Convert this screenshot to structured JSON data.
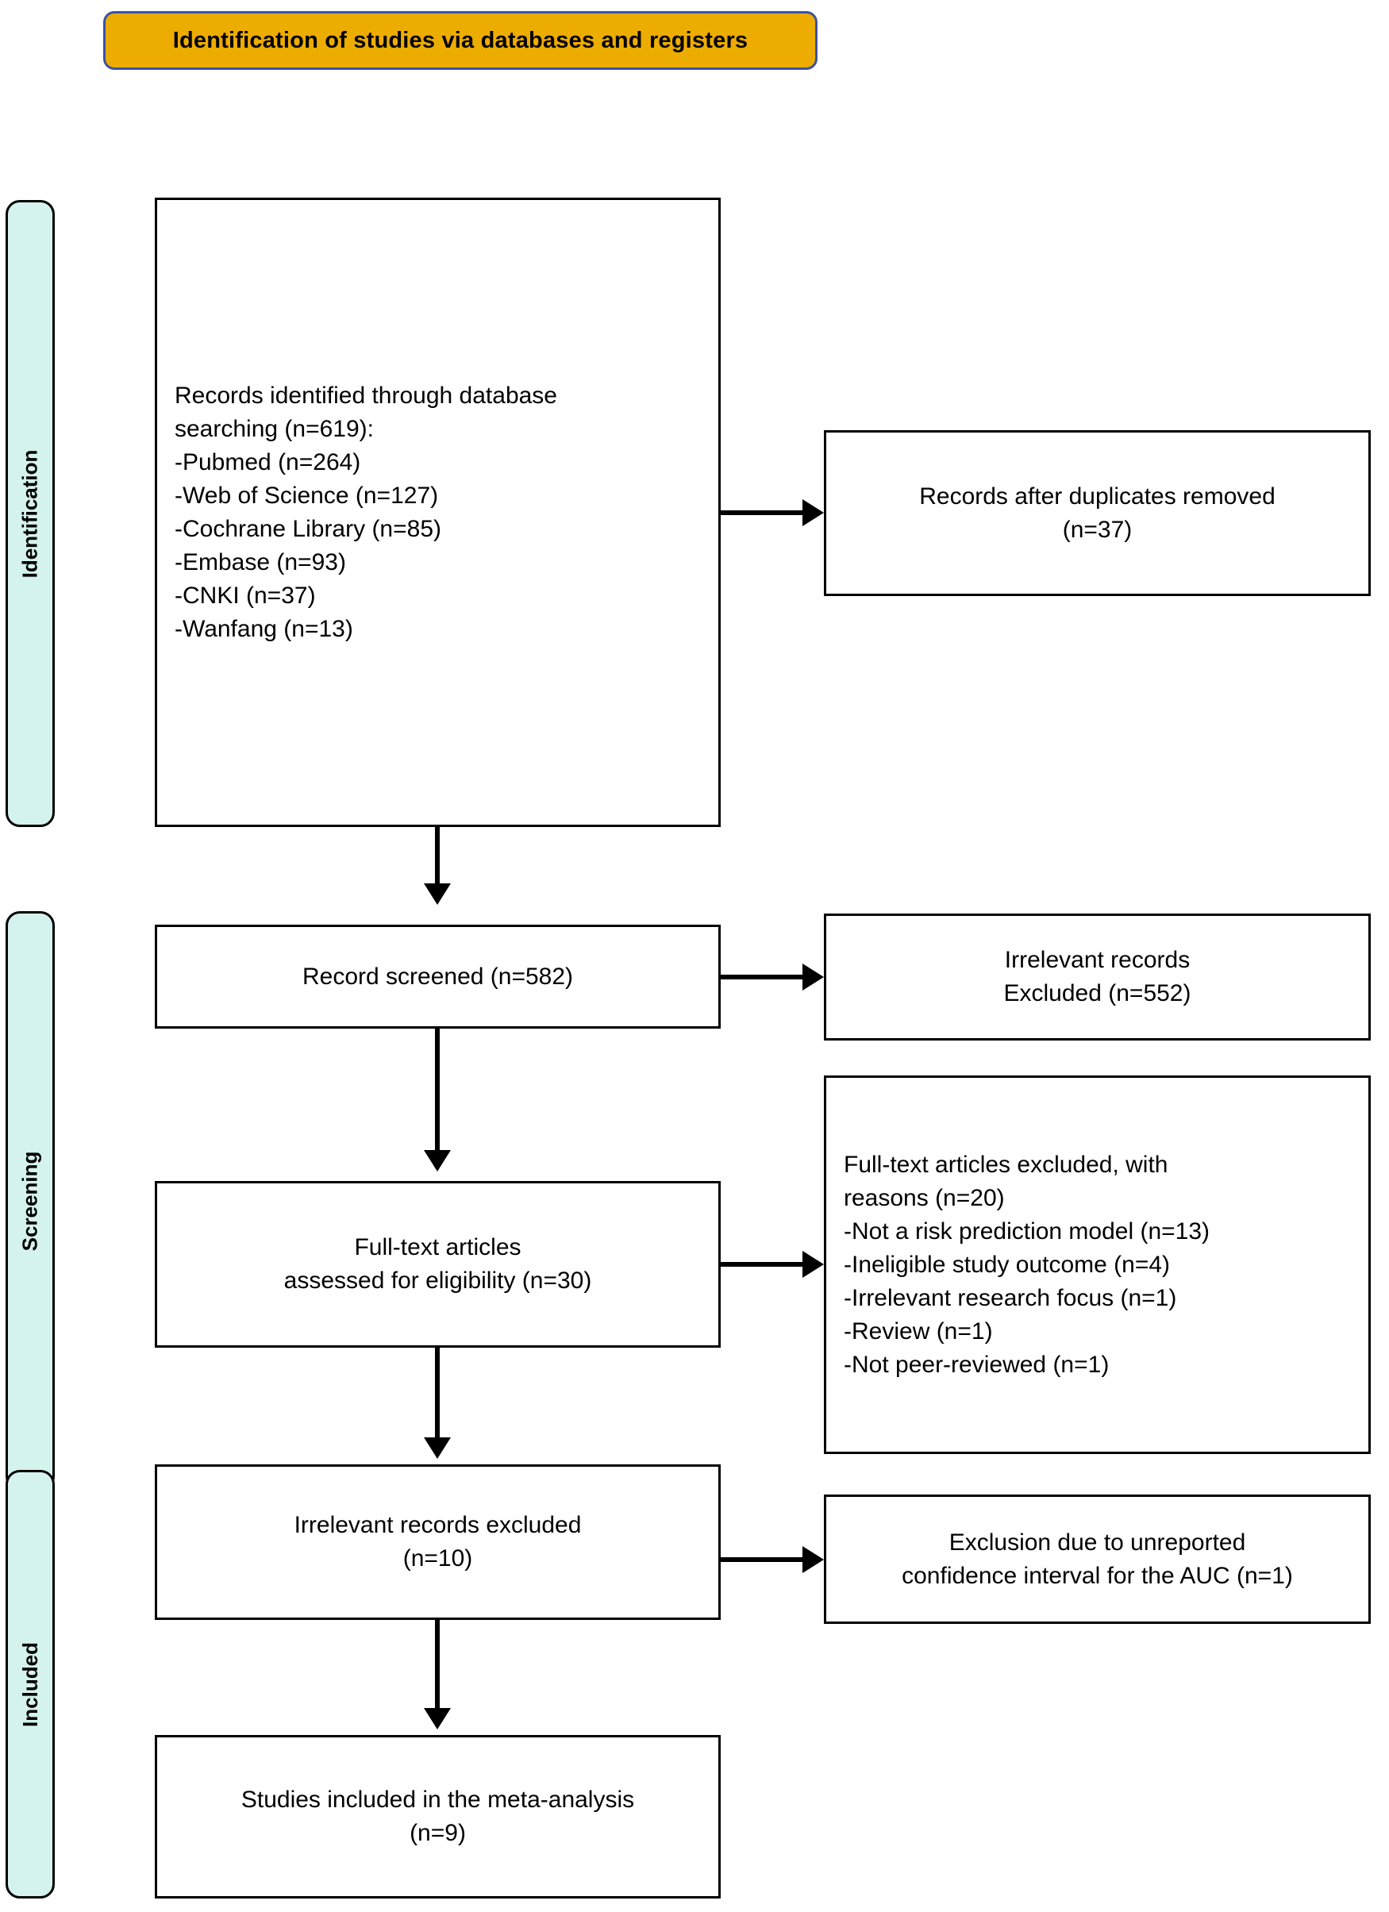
{
  "banner": {
    "title": "Identification of studies via databases and registers"
  },
  "stages": [
    {
      "id": "identification",
      "label": "Identification"
    },
    {
      "id": "screening",
      "label": "Screening"
    },
    {
      "id": "included",
      "label": "Included"
    }
  ],
  "boxes": {
    "records_identified": {
      "text": "Records identified through database\nsearching (n=619):\n   -Pubmed (n=264)\n   -Web of Science (n=127)\n   -Cochrane Library (n=85)\n   -Embase (n=93)\n   -CNKI (n=37)\n   -Wanfang (n=13)"
    },
    "duplicates_removed": {
      "text": "Records after duplicates removed\n(n=37)"
    },
    "records_screened": {
      "text": "Record screened (n=582)"
    },
    "irrelevant_excluded": {
      "text": "Irrelevant records\nExcluded (n=552)"
    },
    "fulltext_assessed": {
      "text": "Full-text articles\nassessed for eligibility (n=30)"
    },
    "fulltext_excluded": {
      "text": "Full-text articles excluded, with\nreasons (n=20)\n   -Not a risk prediction model (n=13)\n   -Ineligible study outcome (n=4)\n   -Irrelevant research focus (n=1)\n   -Review (n=1)\n   -Not peer-reviewed (n=1)"
    },
    "irrelevant_excluded2": {
      "text": "Irrelevant records excluded\n(n=10)"
    },
    "auc_excluded": {
      "text": "Exclusion due to unreported\nconfidence interval for the AUC (n=1)"
    },
    "studies_included": {
      "text": "Studies included in the meta-analysis\n(n=9)"
    }
  },
  "chart_data": {
    "type": "diagram",
    "title": "Identification of studies via databases and registers",
    "nodes": [
      {
        "id": "records_identified",
        "stage": "Identification",
        "n": 619,
        "label": "Records identified through database searching",
        "breakdown": [
          {
            "source": "Pubmed",
            "n": 264
          },
          {
            "source": "Web of Science",
            "n": 127
          },
          {
            "source": "Cochrane Library",
            "n": 85
          },
          {
            "source": "Embase",
            "n": 93
          },
          {
            "source": "CNKI",
            "n": 37
          },
          {
            "source": "Wanfang",
            "n": 13
          }
        ]
      },
      {
        "id": "duplicates_removed",
        "stage": "Identification",
        "n": 37,
        "label": "Records after duplicates removed"
      },
      {
        "id": "records_screened",
        "stage": "Screening",
        "n": 582,
        "label": "Record screened"
      },
      {
        "id": "irrelevant_excluded",
        "stage": "Screening",
        "n": 552,
        "label": "Irrelevant records Excluded"
      },
      {
        "id": "fulltext_assessed",
        "stage": "Screening",
        "n": 30,
        "label": "Full-text articles assessed for eligibility"
      },
      {
        "id": "fulltext_excluded",
        "stage": "Screening",
        "n": 20,
        "label": "Full-text articles excluded, with reasons",
        "breakdown": [
          {
            "reason": "Not a risk prediction model",
            "n": 13
          },
          {
            "reason": "Ineligible study outcome",
            "n": 4
          },
          {
            "reason": "Irrelevant research focus",
            "n": 1
          },
          {
            "reason": "Review",
            "n": 1
          },
          {
            "reason": "Not peer-reviewed",
            "n": 1
          }
        ]
      },
      {
        "id": "irrelevant_excluded2",
        "stage": "Included",
        "n": 10,
        "label": "Irrelevant records excluded"
      },
      {
        "id": "auc_excluded",
        "stage": "Included",
        "n": 1,
        "label": "Exclusion due to unreported confidence interval for the AUC"
      },
      {
        "id": "studies_included",
        "stage": "Included",
        "n": 9,
        "label": "Studies included in the meta-analysis"
      }
    ],
    "edges": [
      {
        "from": "records_identified",
        "to": "duplicates_removed",
        "dir": "right"
      },
      {
        "from": "records_identified",
        "to": "records_screened",
        "dir": "down"
      },
      {
        "from": "records_screened",
        "to": "irrelevant_excluded",
        "dir": "right"
      },
      {
        "from": "records_screened",
        "to": "fulltext_assessed",
        "dir": "down"
      },
      {
        "from": "fulltext_assessed",
        "to": "fulltext_excluded",
        "dir": "right"
      },
      {
        "from": "fulltext_assessed",
        "to": "irrelevant_excluded2",
        "dir": "down"
      },
      {
        "from": "irrelevant_excluded2",
        "to": "auc_excluded",
        "dir": "right"
      },
      {
        "from": "irrelevant_excluded2",
        "to": "studies_included",
        "dir": "down"
      }
    ],
    "colors": {
      "banner_fill": "#EDAC00",
      "banner_border": "#3A53A4",
      "stage_fill": "#D4F2EE",
      "stage_border": "#000000",
      "box_border": "#000000",
      "box_fill": "#FFFFFF",
      "text": "#000000"
    }
  }
}
